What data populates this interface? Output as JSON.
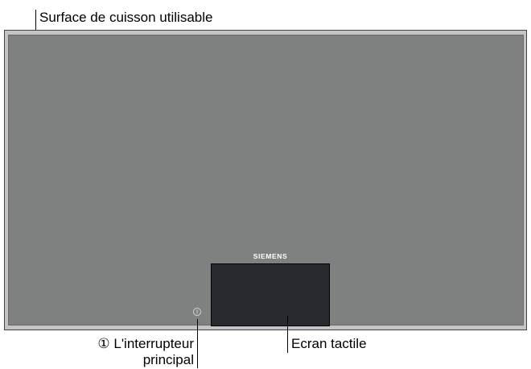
{
  "labels": {
    "cooking_surface": "Surface de cuisson utilisable",
    "main_switch_symbol": "①",
    "main_switch_line1": "L'interrupteur",
    "main_switch_line2": "principal",
    "touch_display": "Ecran tactile"
  },
  "hob": {
    "brand": "SIEMENS"
  },
  "colors": {
    "surface": "#7f8180",
    "frame": "#c4c4c4",
    "touch_display": "#272b2f",
    "brand_text": "#ffffff",
    "power_icon": "#c8c8c8"
  },
  "icons": {
    "power": "power-icon"
  }
}
